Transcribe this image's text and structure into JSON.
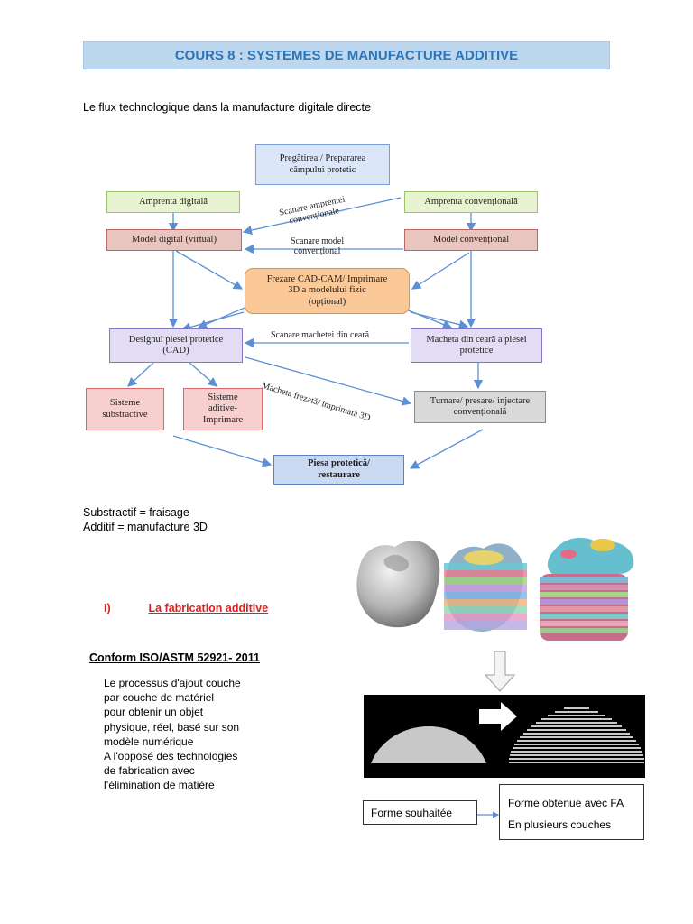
{
  "title": "COURS 8 : SYSTEMES DE MANUFACTURE ADDITIVE",
  "intro": "Le flux technologique dans la manufacture digitale directe",
  "flowchart": {
    "nodes": {
      "pregatirea_l1": "Pregătirea / Prepararea",
      "pregatirea_l2": "câmpului protetic",
      "amprenta_digitala": "Amprenta digitală",
      "amprenta_conventionala": "Amprenta convențională",
      "model_digital": "Model digital (virtual)",
      "model_conventional": "Model convențional",
      "frezare_l1": "Frezare CAD-CAM/ Imprimare",
      "frezare_l2": "3D a modelului fizic",
      "frezare_l3": "(opțional)",
      "design_l1": "Designul piesei protetice",
      "design_l2": "(CAD)",
      "macheta_l1": "Macheta din ceară a piesei",
      "macheta_l2": "protetice",
      "sisteme_sub_l1": "Sisteme",
      "sisteme_sub_l2": "substractive",
      "sisteme_adi_l1": "Sisteme",
      "sisteme_adi_l2": "aditive-",
      "sisteme_adi_l3": "Imprimare",
      "turnare_l1": "Turnare/ presare/ injectare",
      "turnare_l2": "convențională",
      "piesa_l1": "Piesa protetică/",
      "piesa_l2": "restaurare"
    },
    "edge_labels": {
      "scanare_amprentei_l1": "Scanare amprentei",
      "scanare_amprentei_l2": "convenționale",
      "scanare_model_l1": "Scanare model",
      "scanare_model_l2": "convențional",
      "scanare_machetei": "Scanare machetei din ceară",
      "macheta_frezata": "Macheta frezată/ imprimată 3D"
    }
  },
  "definitions": {
    "substractif": "Substractif = fraisage",
    "additif": "Additif = manufacture 3D"
  },
  "section": {
    "number": "I)",
    "title": "La fabrication additive"
  },
  "standard": "Conform ISO/ASTM 52921- 2011",
  "description_lines": [
    "Le processus d'ajout couche",
    "par couche de matériel",
    "pour obtenir un objet",
    "physique, réel, basé sur son",
    "modèle numérique",
    "A l'opposé des technologies",
    "de fabrication avec",
    "l’élimination de matière"
  ],
  "forme_souhaitee": "Forme souhaitée",
  "forme_obtenue_l1": "Forme obtenue avec FA",
  "forme_obtenue_l2": "En plusieurs couches",
  "colors": {
    "title_bg": "#bdd7ee",
    "title_text": "#2e74b5",
    "section_red": "#e02020",
    "arrow_blue": "#5b8fd6"
  }
}
